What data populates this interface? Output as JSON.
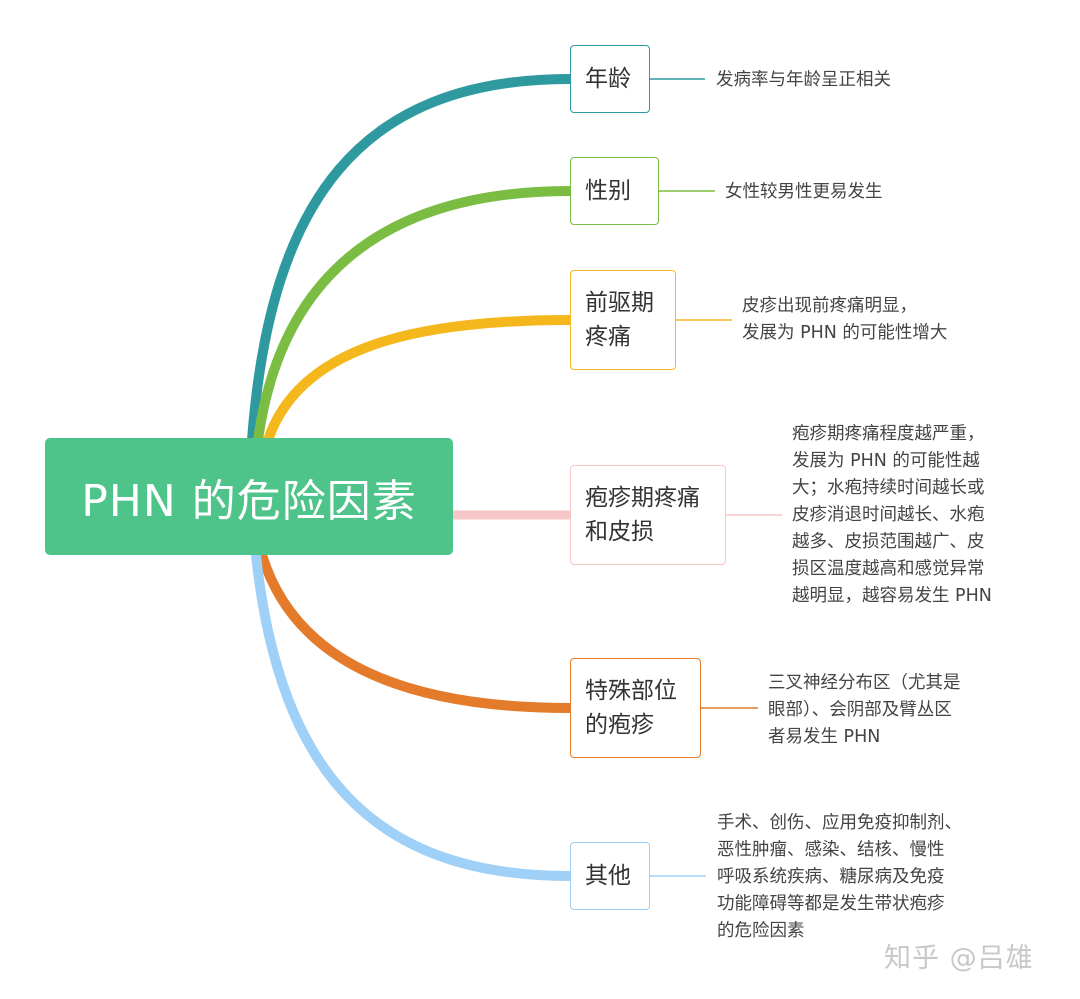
{
  "root": {
    "label": "PHN 的危险因素",
    "color": "#4ec48a"
  },
  "branches": [
    {
      "label": "年龄",
      "description": "发病率与年龄呈正相关",
      "color": "#2e9aa0"
    },
    {
      "label": "性别",
      "description": "女性较男性更易发生",
      "color": "#7bbd42"
    },
    {
      "label": "前驱期\n疼痛",
      "description": "皮疹出现前疼痛明显，\n发展为 PHN 的可能性增大",
      "color": "#f5b81c"
    },
    {
      "label": "疱疹期疼痛\n和皮损",
      "description": "疱疹期疼痛程度越严重，\n发展为 PHN 的可能性越\n大；水疱持续时间越长或\n皮疹消退时间越长、水疱\n越多、皮损范围越广、皮\n损区温度越高和感觉异常\n越明显，越容易发生 PHN",
      "color": "#f7c6c6"
    },
    {
      "label": "特殊部位\n的疱疹",
      "description": "三叉神经分布区（尤其是\n眼部）、会阴部及臂丛区\n者易发生 PHN",
      "color": "#e47b2a"
    },
    {
      "label": "其他",
      "description": "手术、创伤、应用免疫抑制剂、\n恶性肿瘤、感染、结核、慢性\n呼吸系统疾病、糖尿病及免疫\n功能障碍等都是发生带状疱疹\n的危险因素",
      "color": "#9fd0f7"
    }
  ],
  "watermark": "知乎 @吕雄"
}
